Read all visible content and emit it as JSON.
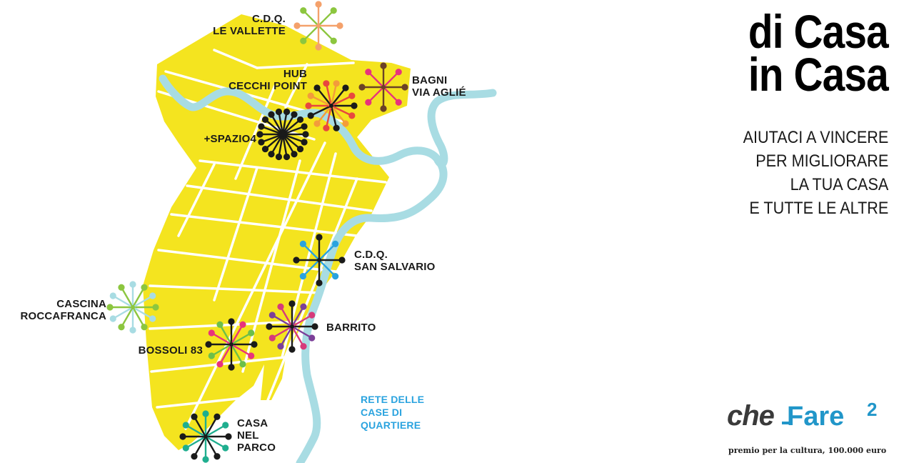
{
  "title": "di Casa\nin Casa",
  "slogan": "AIUTACI A VINCERE\nPER MIGLIORARE\nLA TUA CASA\nE TUTTE LE ALTRE",
  "map_legend": "RETE DELLE\nCASE DI\nQUARTIERE",
  "colors": {
    "city_area": "#f4e41f",
    "river": "#a8dce3",
    "streets": "#ffffff",
    "legend_text": "#2aa3df",
    "brand_blue": "#2196c9"
  },
  "houses": [
    {
      "id": "cdq-le-vallette",
      "label": "C.D.Q.\nLE VALLETTE",
      "colors": [
        "#f4a16b",
        "#8cc63f"
      ],
      "icon": "starburst-icon"
    },
    {
      "id": "hub-cecchi-point",
      "label": "HUB\nCECCHI POINT",
      "colors": [
        "#1a1a1a",
        "#e8473f",
        "#f39c3b"
      ],
      "icon": "starburst-icon"
    },
    {
      "id": "bagni-via-aglie",
      "label": "BAGNI\nVIA AGLIÉ",
      "colors": [
        "#6b4226",
        "#e8327c"
      ],
      "icon": "starburst-icon"
    },
    {
      "id": "spazio4",
      "label": "+SPAZIO4",
      "colors": [
        "#1a1a1a"
      ],
      "icon": "starburst-icon"
    },
    {
      "id": "cdq-san-salvario",
      "label": "C.D.Q.\nSAN SALVARIO",
      "colors": [
        "#1a1a1a",
        "#2aa3df"
      ],
      "icon": "starburst-icon"
    },
    {
      "id": "cascina-roccafranca",
      "label": "CASCINA\nROCCAFRANCA",
      "colors": [
        "#8cc63f",
        "#a8dce3"
      ],
      "icon": "starburst-icon"
    },
    {
      "id": "barrito",
      "label": "BARRITO",
      "colors": [
        "#1a1a1a",
        "#7b3f98",
        "#d63a7a"
      ],
      "icon": "starburst-icon"
    },
    {
      "id": "bossoli-83",
      "label": "BOSSOLI 83",
      "colors": [
        "#1a1a1a",
        "#e8327c",
        "#6cbf4a"
      ],
      "icon": "starburst-icon"
    },
    {
      "id": "casa-nel-parco",
      "label": "CASA\nNEL\nPARCO",
      "colors": [
        "#1a1a1a",
        "#1fae8f"
      ],
      "icon": "starburst-icon"
    }
  ],
  "logo": {
    "che": "che",
    "fare": "Fare",
    "sup": "2",
    "tagline": "premio per la cultura, 100.000 euro"
  }
}
